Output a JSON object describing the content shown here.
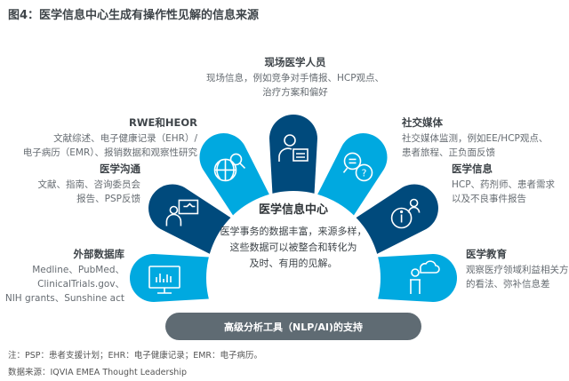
{
  "title": "图4：医学信息中心生成有操作性见解的信息来源",
  "colors": {
    "dark": "#004a7c",
    "light": "#00a9e0",
    "bar": "#5f6b73"
  },
  "center": {
    "title": "医学信息中心",
    "lines": [
      "医学事务的数据丰富，来源多样，",
      "这些数据可以被整合和转化为",
      "及时、有用的见解。"
    ]
  },
  "sources": [
    {
      "title": "外部数据库",
      "lines": [
        "Medline、PubMed、",
        "ClinicalTrials.gov、",
        "NIH grants、Sunshine act"
      ],
      "icon": "monitor-chart-icon"
    },
    {
      "title": "医学沟通",
      "lines": [
        "文献、指南、咨询委员会",
        "报告、PSP反馈"
      ],
      "icon": "presenter-icon"
    },
    {
      "title": "RWE和HEOR",
      "lines": [
        "文献综述、电子健康记录（EHR）/",
        "电子病历（EMR）、报销数据和观察性研究"
      ],
      "icon": "globe-search-icon"
    },
    {
      "title": "现场医学人员",
      "lines": [
        "现场信息，例如竞争对手情报、HCP观点、",
        "治疗方案和偏好"
      ],
      "icon": "person-document-icon"
    },
    {
      "title": "社交媒体",
      "lines": [
        "社交媒体监测，例如EE/HCP观点、",
        "患者旅程、正负面反馈"
      ],
      "icon": "chat-question-icon"
    },
    {
      "title": "医学信息",
      "lines": [
        "HCP、药剂师、患者需求",
        "以及不良事件报告"
      ],
      "icon": "info-person-icon"
    },
    {
      "title": "医学教育",
      "lines": [
        "观察医疗领域利益相关方",
        "的看法、弥补信息差"
      ],
      "icon": "speaker-podium-icon"
    }
  ],
  "bar_label": "高级分析工具（NLP/AI)的支持",
  "note": "注：PSP：患者支援计划；EHR：电子健康记录；EMR：电子病历。",
  "source_note": "数据来源：IQVIA EMEA Thought Leadership"
}
